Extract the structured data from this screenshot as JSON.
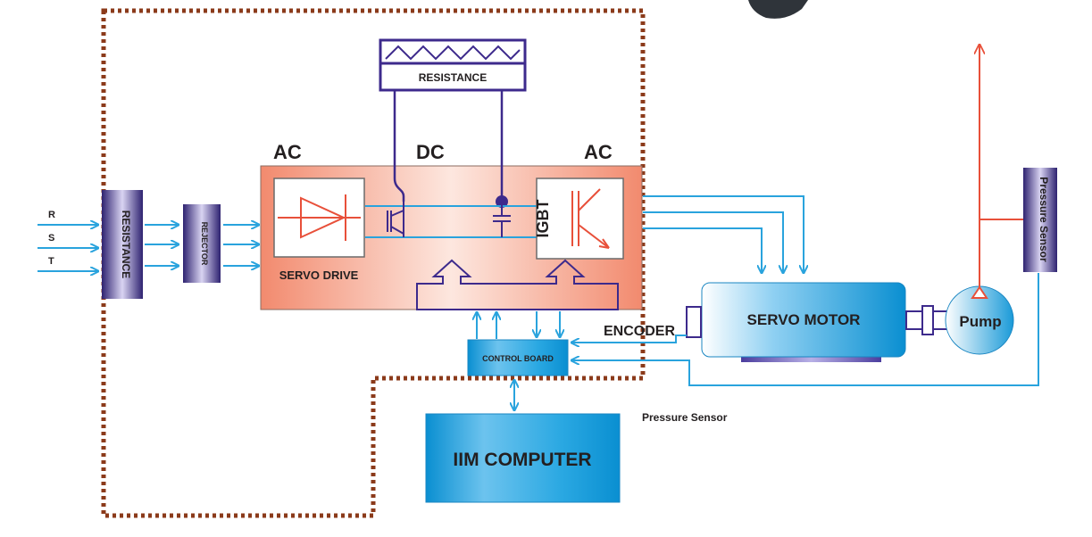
{
  "labels": {
    "top_resistance": "RESISTANCE",
    "ac_left": "AC",
    "dc": "DC",
    "ac_right": "AC",
    "input_r": "R",
    "input_s": "S",
    "input_t": "T",
    "left_resistance": "RESISTANCE",
    "rejector": "REJECTOR",
    "servo_drive": "SERVO DRIVE",
    "igbt": "IGBT",
    "servo_motor": "SERVO MOTOR",
    "encoder": "ENCODER",
    "pump": "Pump",
    "control_board": "CONTROL BOARD",
    "computer": "IIM COMPUTER",
    "pressure_sensor_bar": "Pressure Sensor",
    "pressure_sensor_caption": "Pressure Sensor"
  },
  "colors": {
    "signal_line": "#29a3dd",
    "circuit_line": "#3d2a8c",
    "hydraulic_line": "#e8503a",
    "dotted_boundary": "#8b3a1a",
    "drive_panel_start": "#f28a6e",
    "drive_panel_end": "#fde7df",
    "component_gradient_light": "#ffffff",
    "component_gradient_dark": "#0a8fd1",
    "purple_bar": "#4b3d9e"
  }
}
